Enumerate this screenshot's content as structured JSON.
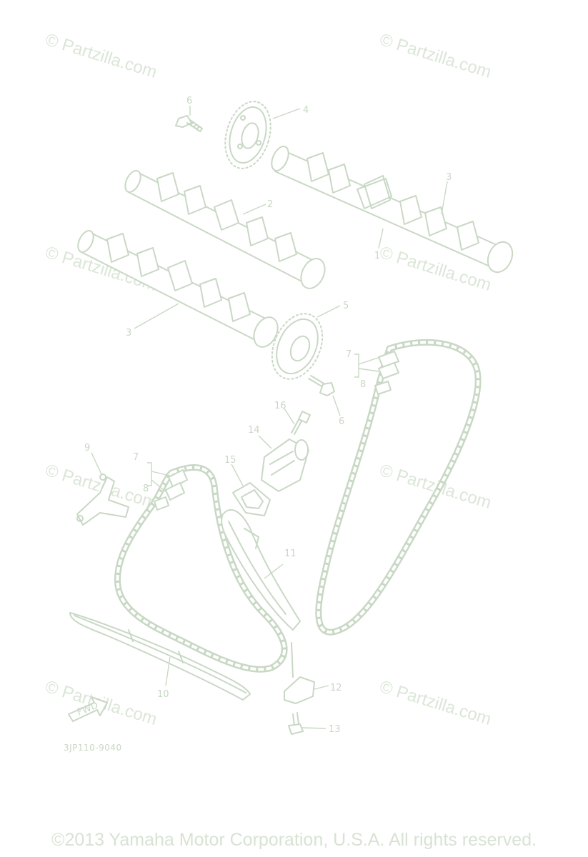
{
  "diagram": {
    "callouts": {
      "c1": "1",
      "c2": "2",
      "c3a": "3",
      "c3b": "3",
      "c4": "4",
      "c5": "5",
      "c6a": "6",
      "c6b": "6",
      "c7a": "7",
      "c7b": "7",
      "c8a": "8",
      "c8b": "8",
      "c9": "9",
      "c10": "10",
      "c11": "11",
      "c12": "12",
      "c13": "13",
      "c14": "14",
      "c15": "15",
      "c16": "16"
    },
    "fwd_label": "FWD",
    "diagram_code": "3JP110-9040"
  },
  "watermark": {
    "text": "© Partzilla.com"
  },
  "footer": {
    "copyright": "©2013 Yamaha Motor Corporation, U.S.A. All rights reserved."
  },
  "colors": {
    "line": "#c9d8c5",
    "watermark": "#dbe6d8",
    "background": "#ffffff"
  }
}
